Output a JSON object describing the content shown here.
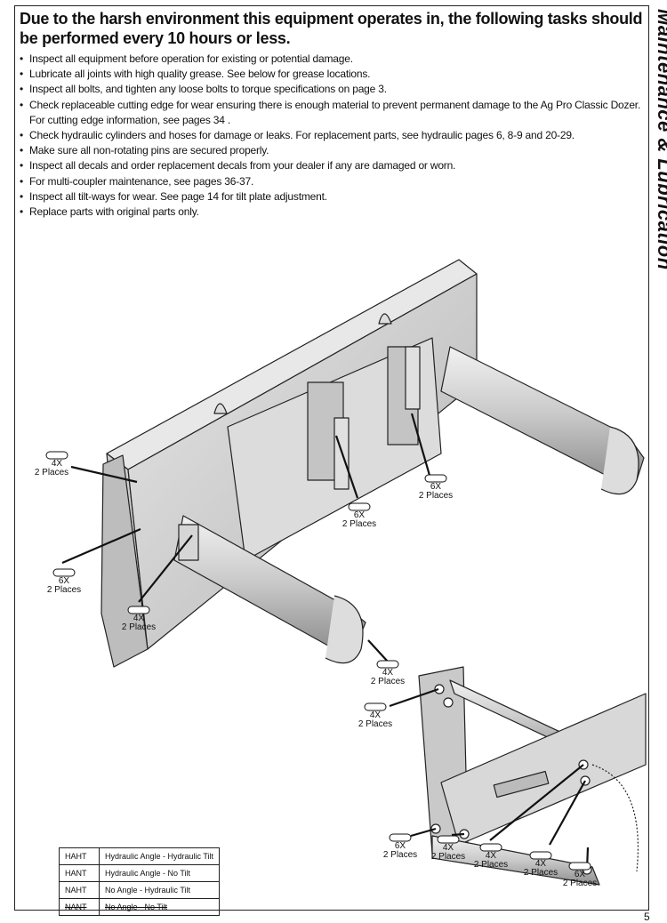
{
  "side_title": "Maintenance & Lubrication",
  "heading": "Due to the harsh environment this equipment operates in, the following tasks should be performed every 10 hours or less.",
  "tasks": [
    "Inspect all equipment before operation for existing or potential damage.",
    "Lubricate all joints with high quality grease. See below for grease locations.",
    "Inspect all bolts, and tighten any loose bolts to torque specifications on page 3.",
    "Check replaceable cutting edge for wear ensuring there is enough material to prevent permanent damage to the Ag Pro Classic Dozer. For cutting edge information, see pages 34 .",
    "Check hydraulic cylinders and hoses for damage or leaks.  For replacement parts, see hydraulic pages 6, 8-9 and 20-29.",
    "Make sure all non-rotating pins are secured properly.",
    "Inspect all decals and order replacement decals from your dealer if any are damaged or worn.",
    "For multi-coupler maintenance, see pages 36-37.",
    "Inspect all tilt-ways for wear.  See page 14 for tilt plate adjustment.",
    "Replace parts with original parts only."
  ],
  "callouts": [
    {
      "qty": "4X",
      "places": "2 Places"
    },
    {
      "qty": "6X",
      "places": "2 Places"
    },
    {
      "qty": "6X",
      "places": "2 Places"
    },
    {
      "qty": "6X",
      "places": "2 Places"
    },
    {
      "qty": "4X",
      "places": "2 Places"
    },
    {
      "qty": "4X",
      "places": "2 Places"
    },
    {
      "qty": "4X",
      "places": "2 Places"
    },
    {
      "qty": "6X",
      "places": "2 Places"
    },
    {
      "qty": "4X",
      "places": "2 Places"
    },
    {
      "qty": "4X",
      "places": "2 Places"
    },
    {
      "qty": "4X",
      "places": "2 Places"
    },
    {
      "qty": "6X",
      "places": "2 Places"
    }
  ],
  "legend": [
    {
      "code": "HAHT",
      "description": "Hydraulic Angle - Hydraulic Tilt"
    },
    {
      "code": "HANT",
      "description": "Hydraulic Angle - No Tilt"
    },
    {
      "code": "NAHT",
      "description": "No Angle - Hydraulic Tilt"
    },
    {
      "code": "NANT",
      "description": "No Angle - No Tilt"
    }
  ],
  "page_number": "5"
}
